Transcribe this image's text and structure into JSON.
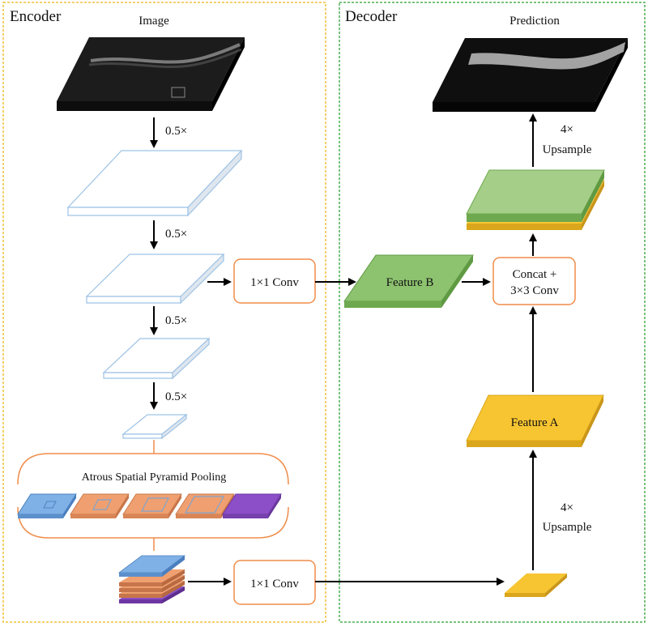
{
  "encoder": {
    "label": "Encoder",
    "image_label": "Image",
    "downsample_labels": [
      "0.5×",
      "0.5×",
      "0.5×",
      "0.5×"
    ],
    "conv_low_label": "1×1 Conv",
    "aspp_label": "Atrous Spatial Pyramid Pooling",
    "conv_high_label": "1×1 Conv"
  },
  "decoder": {
    "label": "Decoder",
    "prediction_label": "Prediction",
    "feature_b_label": "Feature B",
    "concat_label_1": "Concat +",
    "concat_label_2": "3×3 Conv",
    "feature_a_label": "Feature A",
    "upsample_top_1": "4×",
    "upsample_top_2": "Upsample",
    "upsample_bottom_1": "4×",
    "upsample_bottom_2": "Upsample"
  },
  "colors": {
    "encoder_border": "#f0c13a",
    "decoder_border": "#4caf50",
    "box_border": "#f08c4a",
    "feature_green": "#8dc26f",
    "feature_yellow": "#f7c531",
    "aspp_blue": "#7fb1e6",
    "aspp_orange": "#f0a070",
    "aspp_purple": "#8c4fc7",
    "layer_outline": "#9ec3e6"
  }
}
